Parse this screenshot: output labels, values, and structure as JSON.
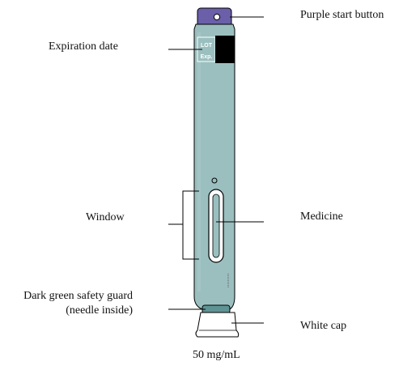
{
  "labels": {
    "purple_start_button": "Purple start button",
    "expiration_date": "Expiration date",
    "window": "Window",
    "medicine": "Medicine",
    "safety_guard_line1": "Dark green safety guard",
    "safety_guard_line2": "(needle inside)",
    "white_cap": "White cap",
    "concentration": "50 mg/mL"
  },
  "pen_markings": {
    "lot": "LOT",
    "exp": "Exp."
  },
  "colors": {
    "pen_body": "#9bbfbf",
    "purple_button": "#6a5fa8",
    "safety_guard": "#5f9494",
    "white_cap": "#ffffff",
    "outline": "#000000"
  }
}
